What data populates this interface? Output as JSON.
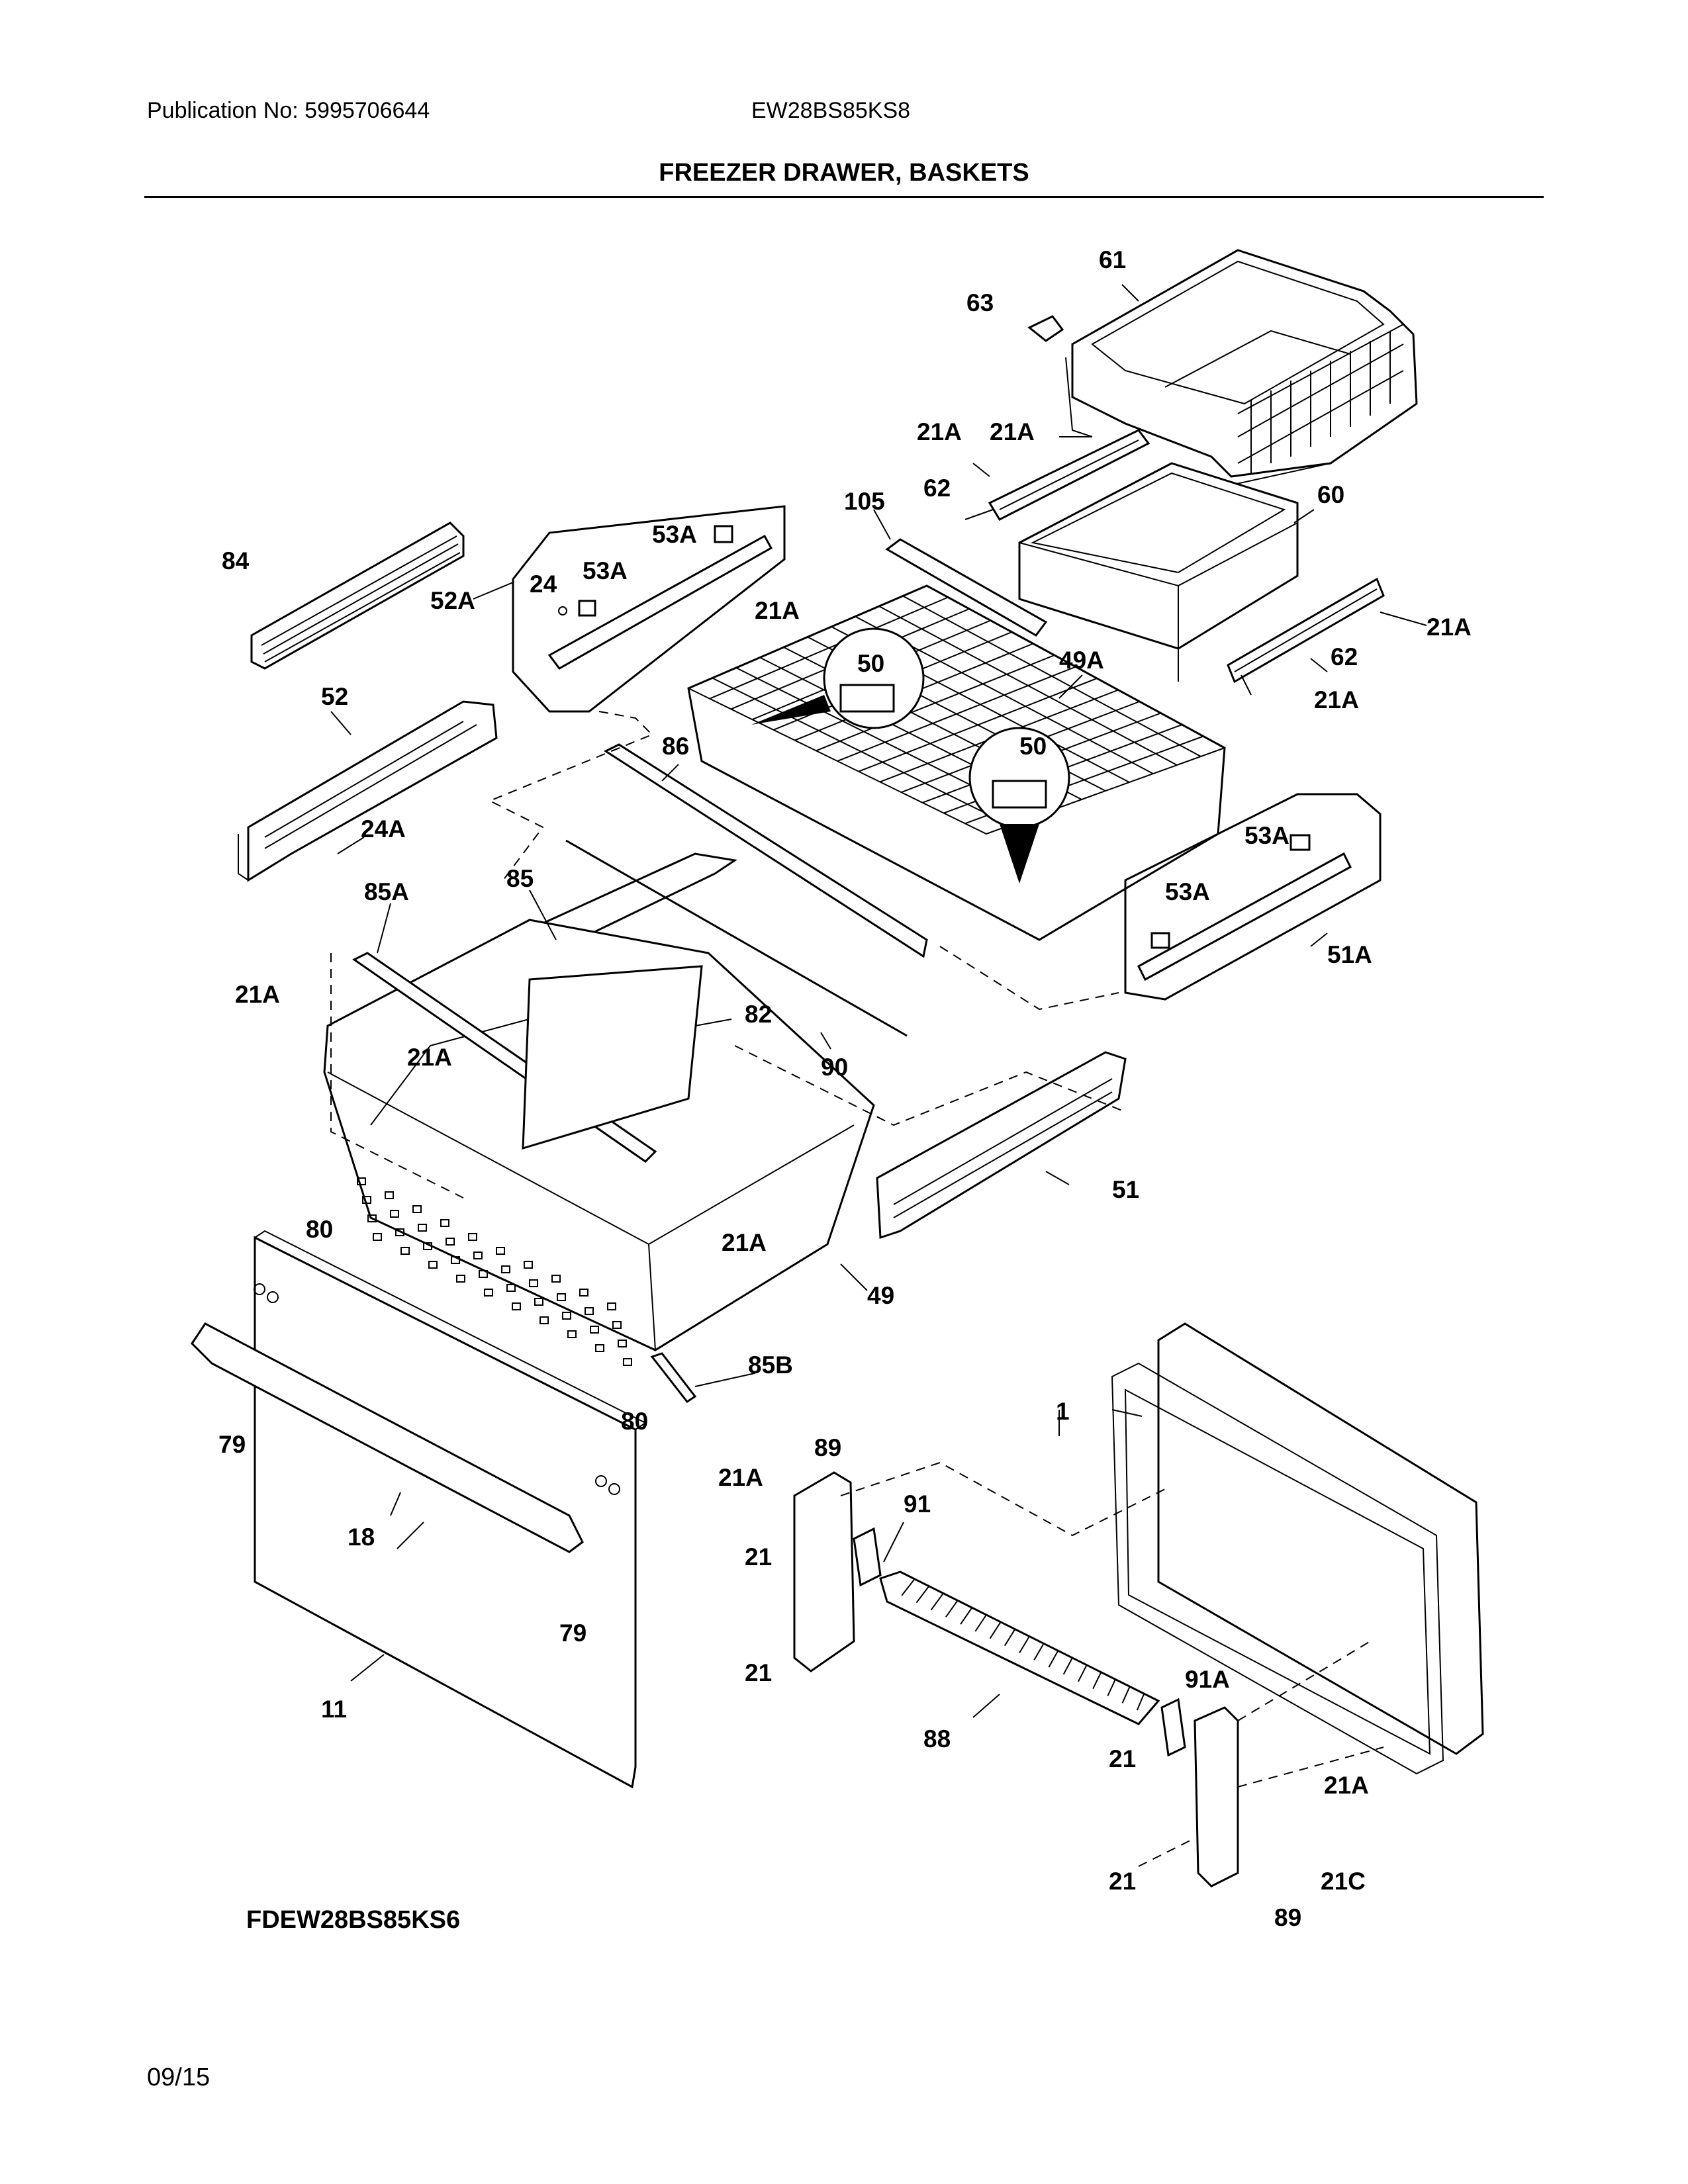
{
  "header": {
    "publication": "Publication No: 5995706644",
    "model": "EW28BS85KS8",
    "title": "FREEZER DRAWER, BASKETS"
  },
  "footer": {
    "model": "FDEW28BS85KS6",
    "date": "09/15"
  },
  "labels": {
    "p61": "61",
    "p63": "63",
    "p21a_a": "21A",
    "p21a_b": "21A",
    "p62_a": "62",
    "p60": "60",
    "p105": "105",
    "p53a_a": "53A",
    "p24": "24",
    "p53a_b": "53A",
    "p52a": "52A",
    "p21a_c": "21A",
    "p84": "84",
    "p21a_d": "21A",
    "p62_b": "62",
    "p49a": "49A",
    "p21a_e": "21A",
    "p52": "52",
    "p50_a": "50",
    "p86": "86",
    "p50_b": "50",
    "p24a": "24A",
    "p53a_c": "53A",
    "p85": "85",
    "p85a": "85A",
    "p53a_d": "53A",
    "p51a": "51A",
    "p21a_f": "21A",
    "p82": "82",
    "p21a_g": "21A",
    "p90": "90",
    "p51": "51",
    "p80_a": "80",
    "p21a_h": "21A",
    "p49": "49",
    "p85b": "85B",
    "p79_a": "79",
    "p80_b": "80",
    "p1": "1",
    "p89_a": "89",
    "p21a_i": "21A",
    "p91": "91",
    "p18": "18",
    "p21_a": "21",
    "p79_b": "79",
    "p21_b": "21",
    "p91a": "91A",
    "p11": "11",
    "p88": "88",
    "p21_c": "21",
    "p21a_j": "21A",
    "p21_d": "21",
    "p21c": "21C",
    "p89_b": "89"
  }
}
